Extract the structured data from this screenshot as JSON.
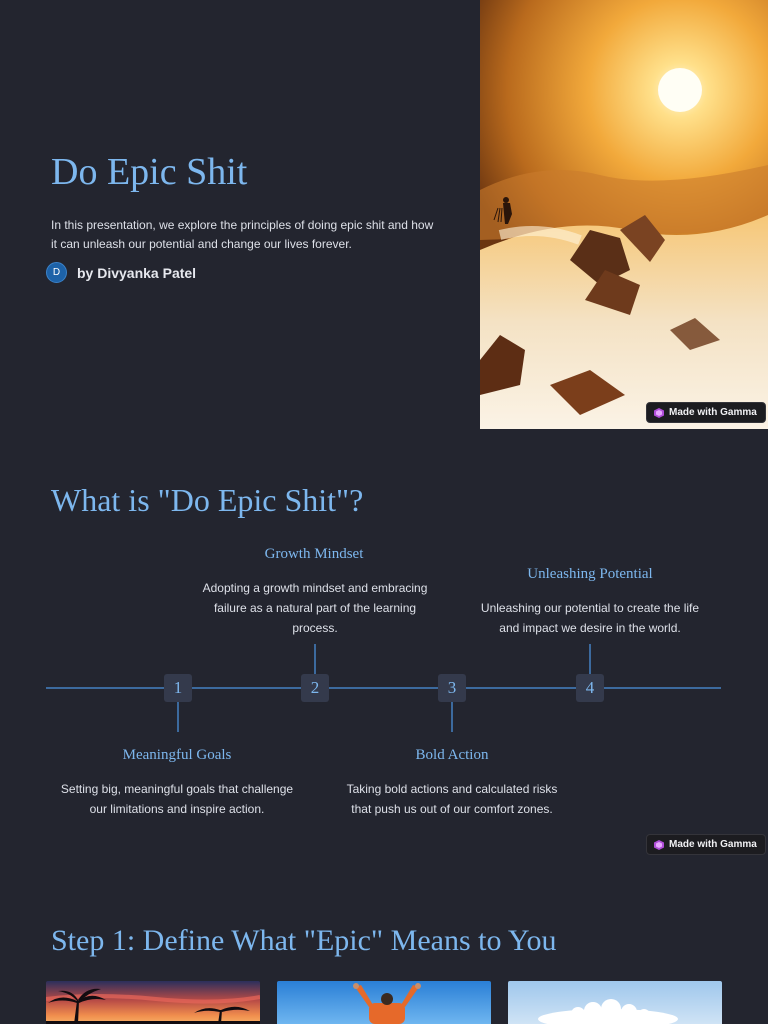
{
  "slide1": {
    "title": "Do Epic Shit",
    "intro": "In this presentation, we explore the principles of doing epic shit and how it can unleash our potential and change our lives forever.",
    "avatar_initial": "D",
    "author": "by Divyanka Patel",
    "hero_image_desc": "mountaineer on snowy summit at sunset",
    "badge": "Made with Gamma"
  },
  "slide2": {
    "heading": "What is \"Do Epic Shit\"?",
    "steps": [
      {
        "number": "1",
        "title": "Meaningful Goals",
        "desc": "Setting big, meaningful goals that challenge our limitations and inspire action."
      },
      {
        "number": "2",
        "title": "Growth Mindset",
        "desc": "Adopting a growth mindset and embracing failure as a natural part of the learning process."
      },
      {
        "number": "3",
        "title": "Bold Action",
        "desc": "Taking bold actions and calculated risks that push us out of our comfort zones."
      },
      {
        "number": "4",
        "title": "Unleashing Potential",
        "desc": "Unleashing our potential to create the life and impact we desire in the world."
      }
    ],
    "badge": "Made with Gamma"
  },
  "slide3": {
    "heading": "Step 1: Define What \"Epic\" Means to You"
  },
  "colors": {
    "background": "#23252f",
    "accent": "#7db7ee",
    "line": "#3c6a9e",
    "step_box": "#343a4c"
  }
}
